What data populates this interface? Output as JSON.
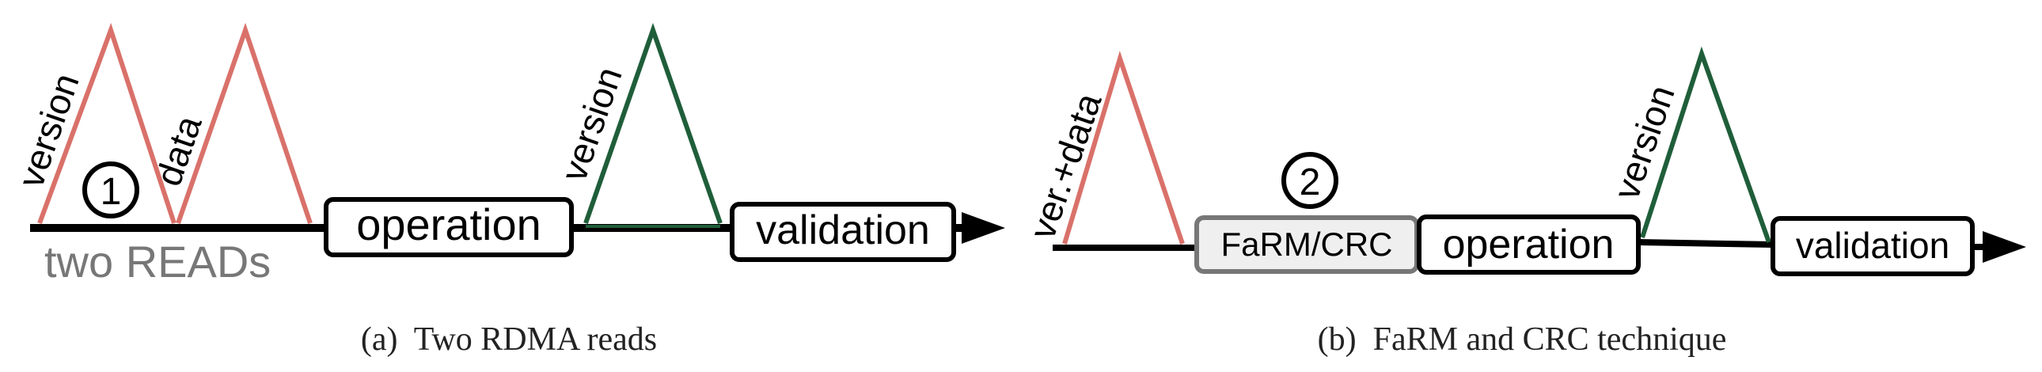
{
  "panel_a": {
    "label_version_1": "version",
    "label_data": "data",
    "label_version_2": "version",
    "step_number": "1",
    "two_reads_label": "two READs",
    "operation_label": "operation",
    "validation_label": "validation",
    "caption": "(a)  Two RDMA reads"
  },
  "panel_b": {
    "label_ver_data": "ver.+data",
    "label_version": "version",
    "step_number": "2",
    "farm_crc_label": "FaRM/CRC",
    "operation_label": "operation",
    "validation_label": "validation",
    "caption": "(b)  FaRM and CRC technique"
  },
  "colors": {
    "read_triangle": "#d9716a",
    "validation_triangle": "#1f5e3a",
    "timeline": "#000000",
    "two_reads_text": "#777777",
    "farm_box_fill": "#efefef",
    "farm_box_stroke": "#777777"
  }
}
